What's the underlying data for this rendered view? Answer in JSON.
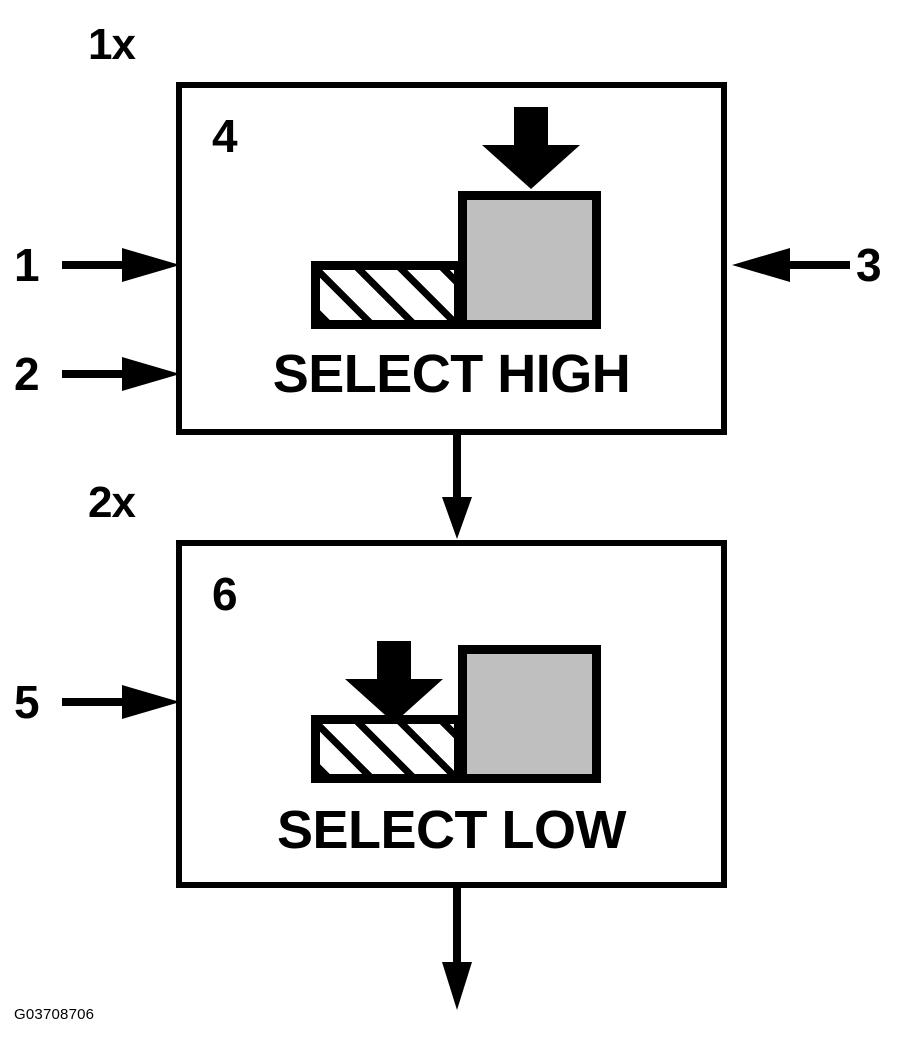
{
  "figure": {
    "id_label": "G03708706",
    "background_color": "#ffffff",
    "line_color": "#000000",
    "block_fill_color": "#bfbfbf"
  },
  "steps": [
    {
      "label": "1x",
      "panel_index": "4",
      "caption": "SELECT HIGH"
    },
    {
      "label": "2x",
      "panel_index": "6",
      "caption": "SELECT LOW"
    }
  ],
  "panels": [
    {
      "index_label": "4",
      "caption": "SELECT HIGH",
      "step_label": "1x",
      "blocks": [
        {
          "name": "hatched-low-block",
          "fill": "hatched"
        },
        {
          "name": "solid-high-block",
          "fill": "#bfbfbf"
        }
      ],
      "pointer_target": "solid-high-block"
    },
    {
      "index_label": "6",
      "caption": "SELECT LOW",
      "step_label": "2x",
      "blocks": [
        {
          "name": "hatched-low-block",
          "fill": "hatched"
        },
        {
          "name": "solid-high-block",
          "fill": "#bfbfbf"
        }
      ],
      "pointer_target": "hatched-low-block"
    }
  ],
  "callouts": [
    {
      "number": "1",
      "side": "left",
      "target_panel": "4"
    },
    {
      "number": "2",
      "side": "left",
      "target_panel": "4"
    },
    {
      "number": "3",
      "side": "right",
      "target_panel": "4"
    },
    {
      "number": "5",
      "side": "left",
      "target_panel": "6"
    }
  ],
  "connectors": [
    {
      "name": "panel-4-to-panel-6",
      "direction": "down"
    },
    {
      "name": "panel-6-outflow",
      "direction": "down"
    }
  ]
}
